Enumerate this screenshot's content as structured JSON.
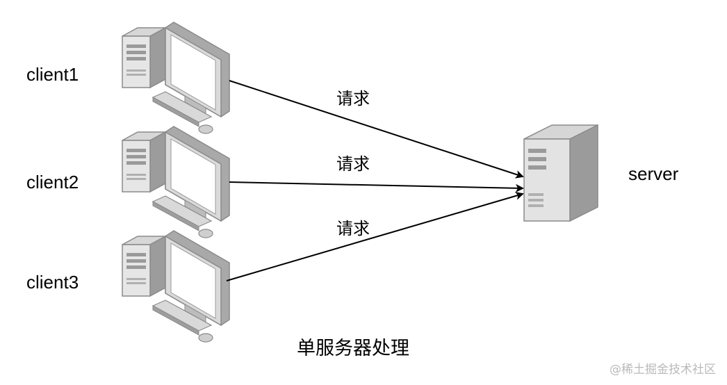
{
  "clients": [
    {
      "label": "client1"
    },
    {
      "label": "client2"
    },
    {
      "label": "client3"
    }
  ],
  "server": {
    "label": "server"
  },
  "arrows": [
    {
      "label": "请求"
    },
    {
      "label": "请求"
    },
    {
      "label": "请求"
    }
  ],
  "caption": "单服务器处理",
  "watermark": "@稀土掘金技术社区",
  "colors": {
    "device_light": "#e3e3e3",
    "device_mid": "#bdbdbd",
    "device_dark": "#8f8f8f",
    "line": "#000000",
    "text": "#000000"
  },
  "icons": [
    "desktop-computer-icon",
    "server-tower-icon"
  ]
}
